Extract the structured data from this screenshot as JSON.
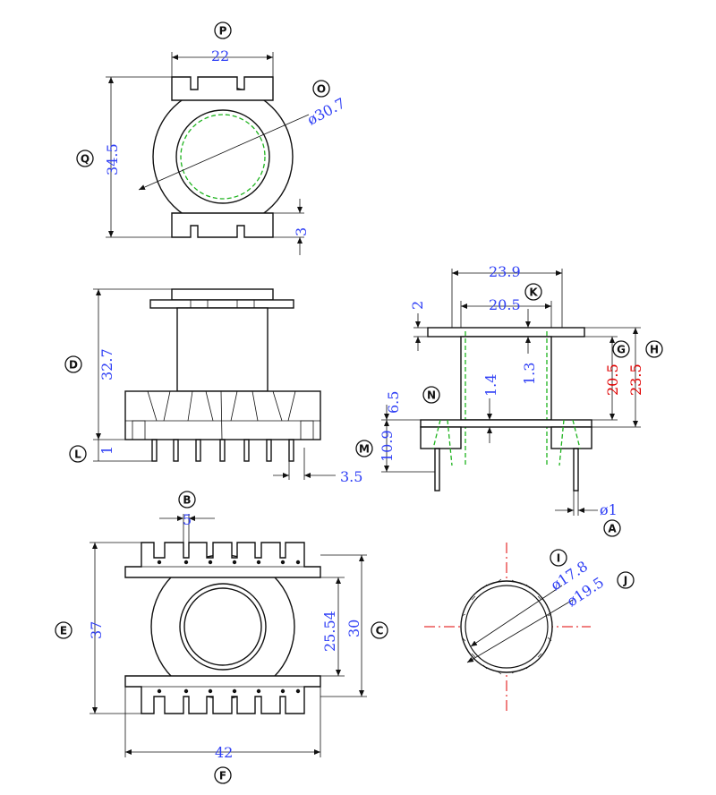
{
  "labels": {
    "A": "A",
    "B": "B",
    "C": "C",
    "D": "D",
    "E": "E",
    "F": "F",
    "G": "G",
    "H": "H",
    "I": "I",
    "J": "J",
    "K": "K",
    "L": "L",
    "M": "M",
    "N": "N",
    "O": "O",
    "P": "P",
    "Q": "Q"
  },
  "dims": {
    "top_width": "22",
    "top_diameter": "ø30.7",
    "top_height": "34.5",
    "tab_height": "3",
    "front_height": "32.7",
    "pin_length": "1",
    "pin_pitch": "3.5",
    "side_outer_width": "23.9",
    "side_inner_width": "20.5",
    "flange_thickness": "2",
    "inner_step": "1.3",
    "wall": "1.4",
    "base_height": "6.5",
    "pin_height": "10.9",
    "inner_height": "20.5",
    "outer_height": "23.5",
    "pin_diameter": "ø1",
    "bottom_pitch": "5",
    "bottom_width": "42",
    "bottom_height": "37",
    "bottom_inner": "25.54",
    "bottom_mid": "30",
    "tube_inner": "ø17.8",
    "tube_outer": "ø19.5"
  },
  "colors": {
    "dimension_text": "#2f3ff5",
    "highlight_text": "#e00000",
    "hidden_line": "#1db31d",
    "center_line": "#e00000"
  }
}
